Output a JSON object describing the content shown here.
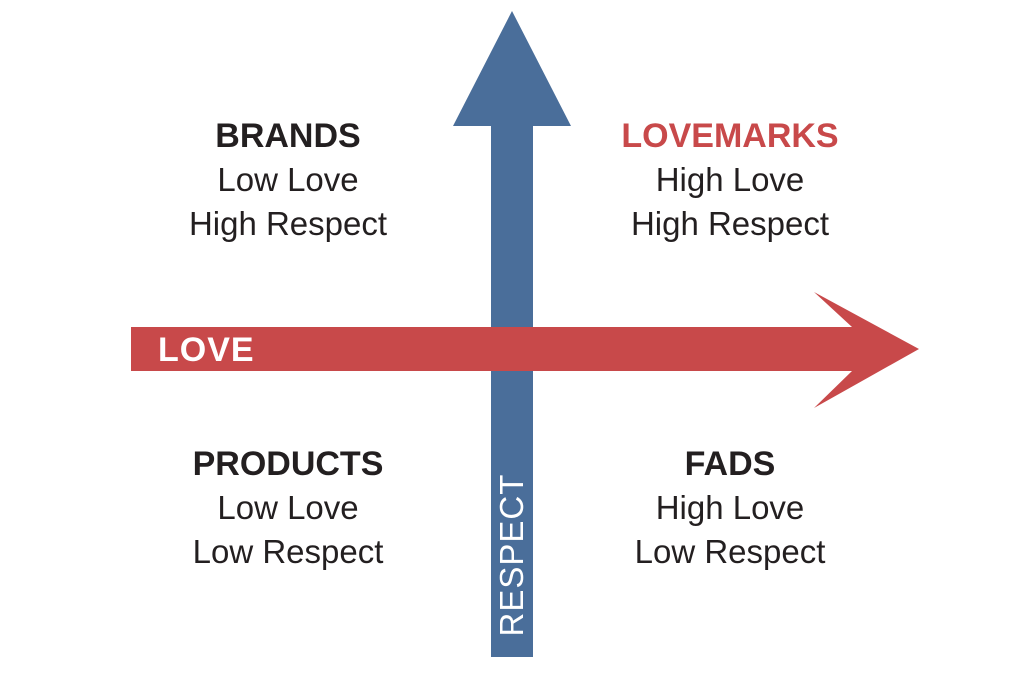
{
  "axes": {
    "horizontal_label": "LOVE",
    "vertical_label": "RESPECT",
    "horizontal_color": "#c8494a",
    "vertical_color": "#4a6e9a"
  },
  "quadrants": {
    "top_left": {
      "title": "BRANDS",
      "line1": "Low Love",
      "line2": "High Respect"
    },
    "top_right": {
      "title": "LOVEMARKS",
      "line1": "High Love",
      "line2": "High Respect"
    },
    "bottom_left": {
      "title": "PRODUCTS",
      "line1": "Low Love",
      "line2": "Low Respect"
    },
    "bottom_right": {
      "title": "FADS",
      "line1": "High Love",
      "line2": "Low Respect"
    }
  },
  "colors": {
    "title_text": "#231f20",
    "accent_title": "#c8494a"
  }
}
